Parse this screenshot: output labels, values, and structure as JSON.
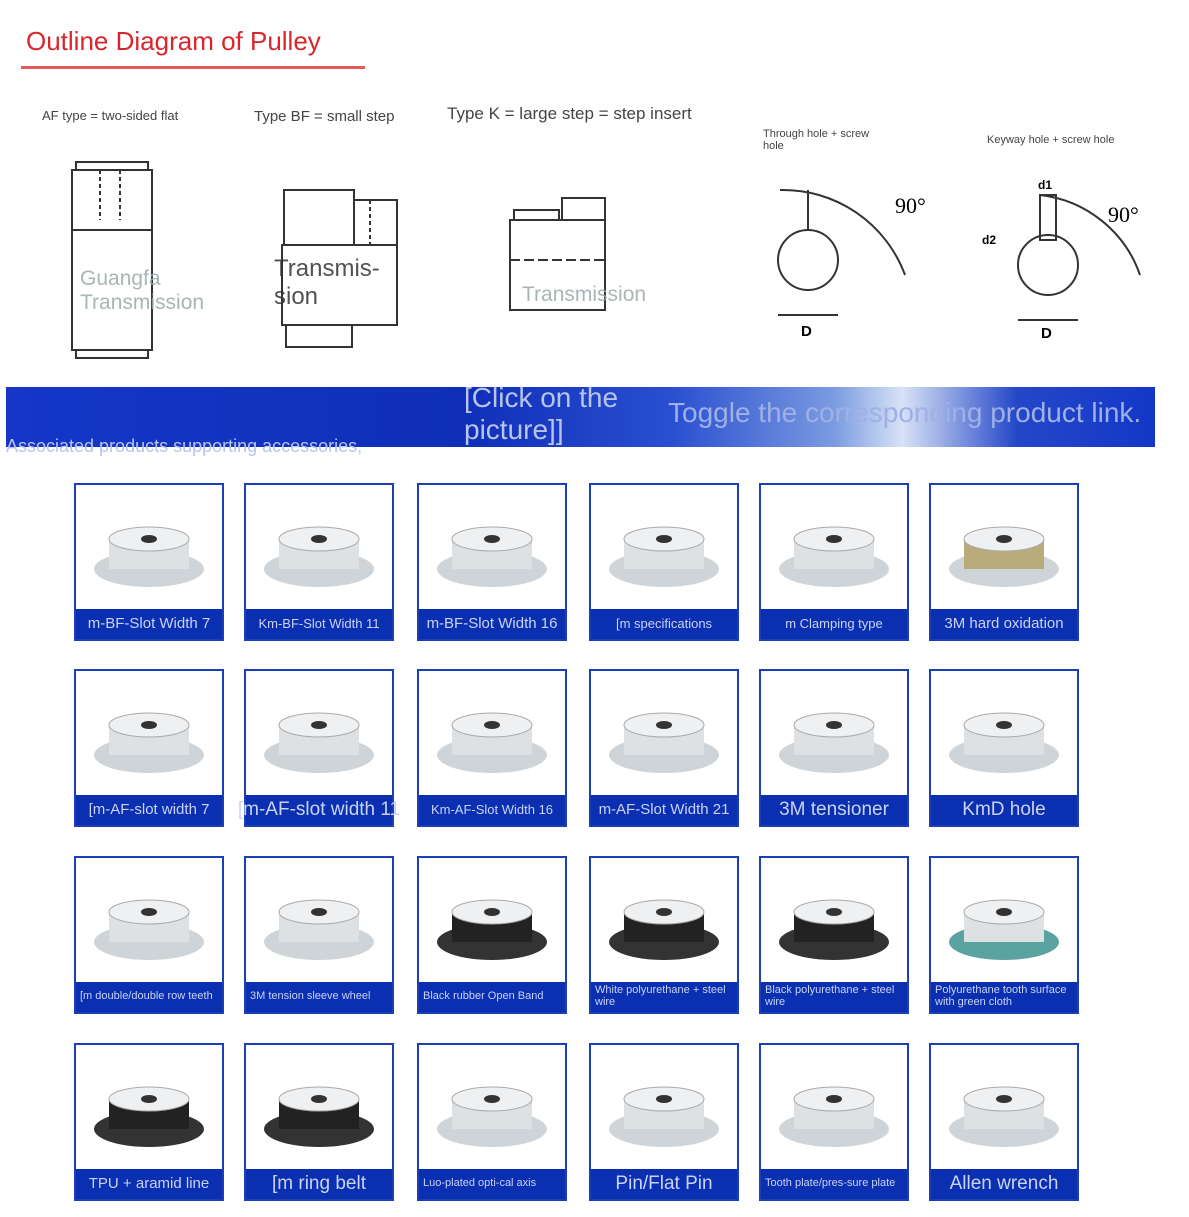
{
  "title": "Outline Diagram of Pulley",
  "diagrams": [
    {
      "label": "AF type = two-sided flat",
      "watermark": "Guangfa Transmission"
    },
    {
      "label": "Type BF = small step",
      "watermark": "Transmis-sion"
    },
    {
      "label": "Type K = large step = step insert",
      "watermark": "Transmission"
    },
    {
      "label": "Through hole + screw hole",
      "angle": "90°",
      "dim": "D"
    },
    {
      "label": "Keyway hole + screw hole",
      "angle": "90°",
      "dim": "D",
      "d1": "d1",
      "d2": "d2"
    }
  ],
  "banner": {
    "left": "Associated products supporting accessories,",
    "middle": "[Click on the picture]]",
    "right": "Toggle the corresponding product link."
  },
  "products": [
    "m-BF-Slot Width 7",
    "Km-BF-Slot Width 11",
    "m-BF-Slot Width 16",
    "[m specifications",
    "m Clamping type",
    "3M hard oxidation",
    "[m-AF-slot width 7",
    "[m-AF-slot width 11",
    "Km-AF-Slot Width 16",
    "m-AF-Slot Width 21",
    "3M tensioner",
    "KmD hole",
    "[m double/double row teeth",
    "3M tension sleeve wheel",
    "Black rubber Open Band",
    "White polyurethane + steel wire",
    "Black polyurethane + steel wire",
    "Polyurethane tooth surface with green cloth",
    "TPU + aramid line",
    "[m ring belt",
    "Luo-plated opti-cal axis",
    "Pin/Flat Pin",
    "Tooth plate/pres-sure plate",
    "Allen wrench"
  ]
}
